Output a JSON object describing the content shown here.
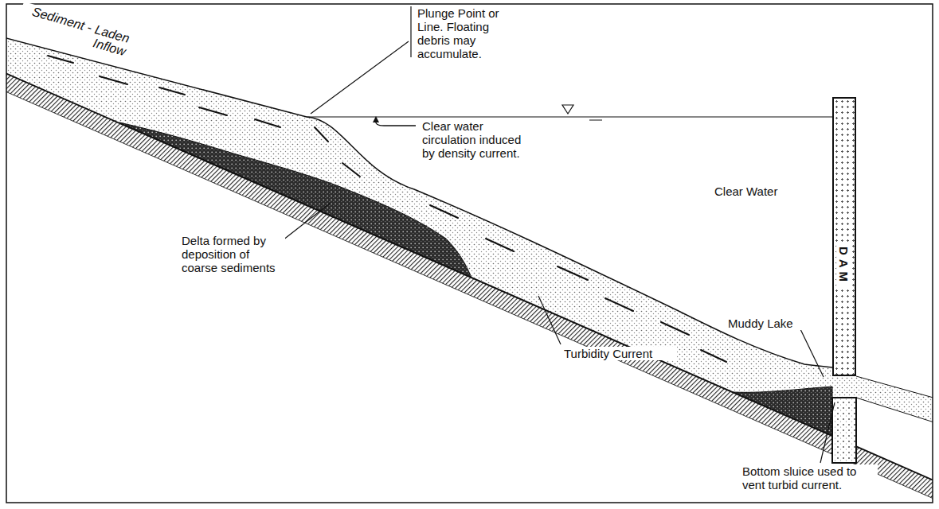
{
  "diagram": {
    "nodes": [
      {
        "text": [
          "DAM"
        ]
      }
    ],
    "labels": [
      "Sediment - Laden Inflow",
      "Plunge Point or Line. Floating debris may accumulate.",
      "Clear water circulation induced by density current.",
      "Clear Water",
      "Delta formed by deposition of coarse sediments",
      "Muddy Lake",
      "Turbidity Current",
      "Bottom sluice used to vent turbid current."
    ]
  }
}
